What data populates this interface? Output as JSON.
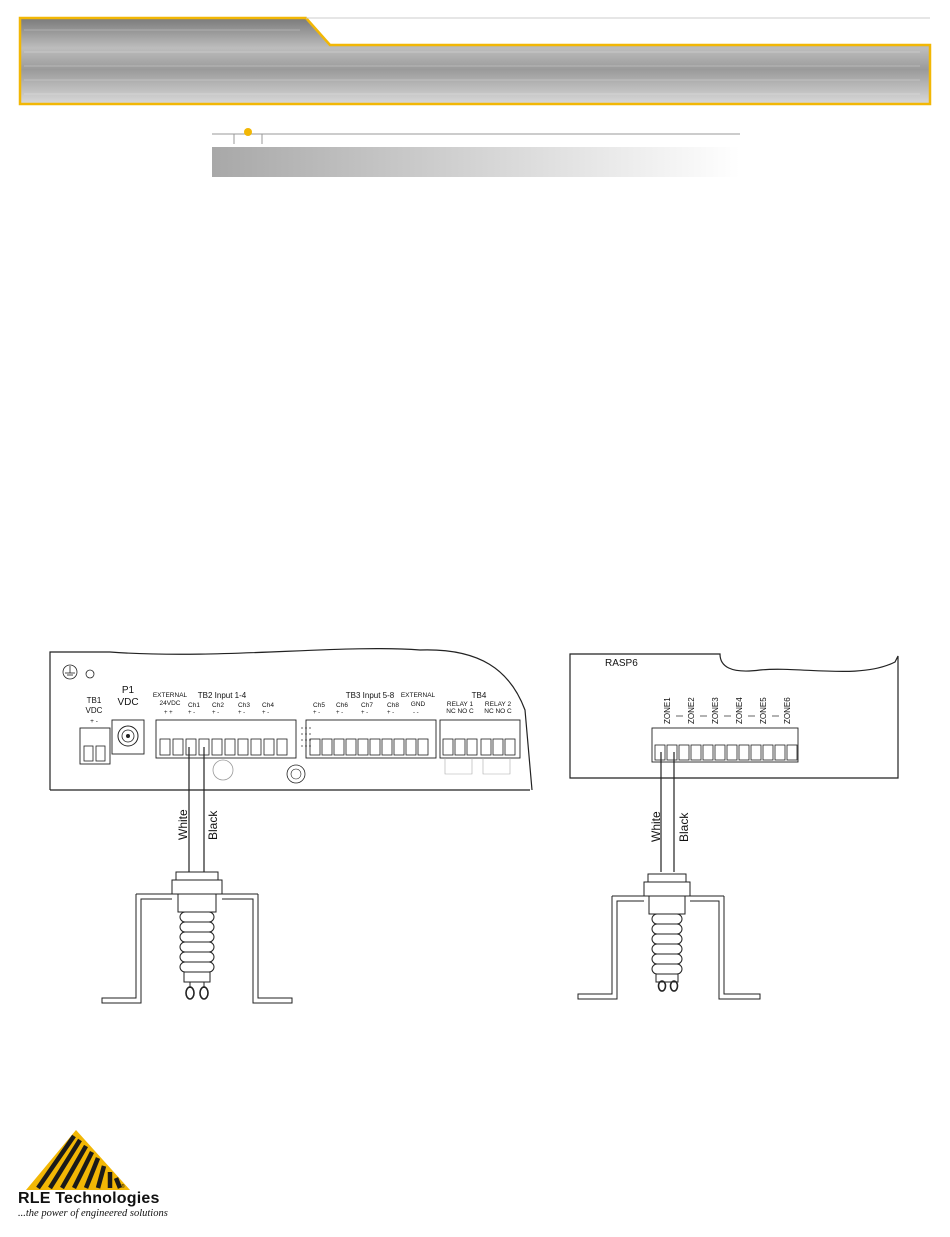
{
  "colors": {
    "accent": "#f2b705",
    "banner_dark": "#8f8f8f",
    "banner_light": "#e6e6e6",
    "line": "#222222"
  },
  "left_diagram": {
    "tb1_title": "TB1",
    "tb1_sub": "VDC",
    "tb1_polarity": "+  -",
    "p1_title": "P1",
    "p1_sub": "VDC",
    "tb2_external": "EXTERNAL",
    "tb2_24vdc": "24VDC",
    "tb2_title": "TB2 Input 1-4",
    "tb2_channels": [
      "Ch1",
      "Ch2",
      "Ch3",
      "Ch4"
    ],
    "tb3_title": "TB3 Input 5-8",
    "tb3_channels": [
      "Ch5",
      "Ch6",
      "Ch7",
      "Ch8"
    ],
    "tb3_external": "EXTERNAL",
    "tb3_gnd": "GND",
    "tb4_title": "TB4",
    "relay1": "RELAY 1",
    "relay1_pins": "NC NO C",
    "relay2": "RELAY 2",
    "relay2_pins": "NC NO C",
    "wire_white": "White",
    "wire_black": "Black"
  },
  "right_diagram": {
    "title": "RASP6",
    "zones": [
      "ZONE1",
      "ZONE2",
      "ZONE3",
      "ZONE4",
      "ZONE5",
      "ZONE6"
    ],
    "wire_white": "White",
    "wire_black": "Black"
  },
  "logo": {
    "name": "RLE Technologies",
    "tagline": "...the power of engineered solutions",
    "registered_mark": "®"
  }
}
